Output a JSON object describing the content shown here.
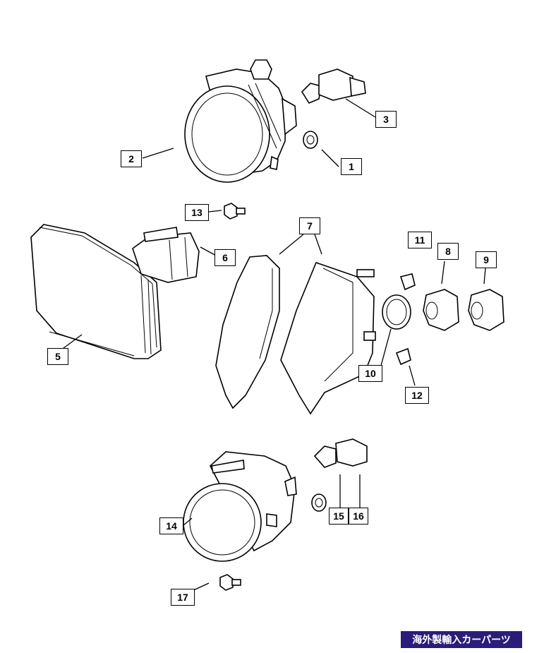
{
  "callouts": {
    "c1": "1",
    "c2": "2",
    "c3": "3",
    "c5": "5",
    "c6": "6",
    "c7": "7",
    "c8": "8",
    "c9": "9",
    "c10": "10",
    "c11": "11",
    "c12": "12",
    "c13": "13",
    "c14": "14",
    "c15": "15",
    "c16": "16",
    "c17": "17"
  },
  "watermark": "海外製輸入カーパーツ"
}
